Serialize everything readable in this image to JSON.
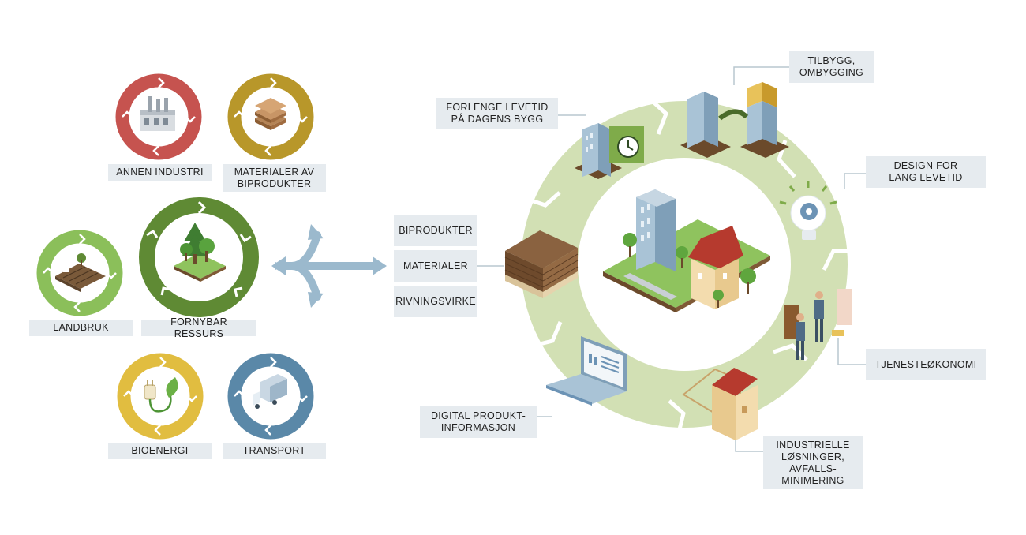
{
  "left_cycles": {
    "annen_industri": {
      "label": "ANNEN INDUSTRI",
      "color": "#c6534f",
      "icon": "factory-icon"
    },
    "materialer_av_biprodukter": {
      "label": "MATERIALER AV\nBIPRODUKTER",
      "color": "#b8972a",
      "icon": "wood-layers-icon"
    },
    "landbruk": {
      "label": "LANDBRUK",
      "color": "#8bbf5a",
      "icon": "farm-icon"
    },
    "fornybar_ressurs": {
      "label": "FORNYBAR RESSURS",
      "color": "#5f8a34",
      "icon": "forest-icon"
    },
    "bioenergi": {
      "label": "BIOENERGI",
      "color": "#e1bd40",
      "icon": "plug-leaf-icon"
    },
    "transport": {
      "label": "TRANSPORT",
      "color": "#5a88a8",
      "icon": "truck-icon"
    }
  },
  "middle_flows": [
    "BIPRODUKTER",
    "MATERIALER",
    "RIVNINGSVIRKE"
  ],
  "building_cycle": {
    "ring_color": "#d2e0b4",
    "stages": {
      "forlenge": "FORLENGE LEVETID\nPÅ DAGENS BYGG",
      "tilbygg": "TILBYGG,\nOMBYGGING",
      "design": "DESIGN FOR\nLANG LEVETID",
      "tjeneste": "TJENESTEØKONOMI",
      "industrielle": "INDUSTRIELLE\nLØSNINGER,\nAVFALLS-\nMINIMERING",
      "digital": "DIGITAL PRODUKT-\nINFORMASJON"
    },
    "icons": [
      "building-clock-icon",
      "building-extension-icon",
      "lightbulb-gear-icon",
      "workers-icon",
      "house-frame-icon",
      "laptop-icon",
      "timber-pallet-icon",
      "city-block-icon"
    ]
  }
}
